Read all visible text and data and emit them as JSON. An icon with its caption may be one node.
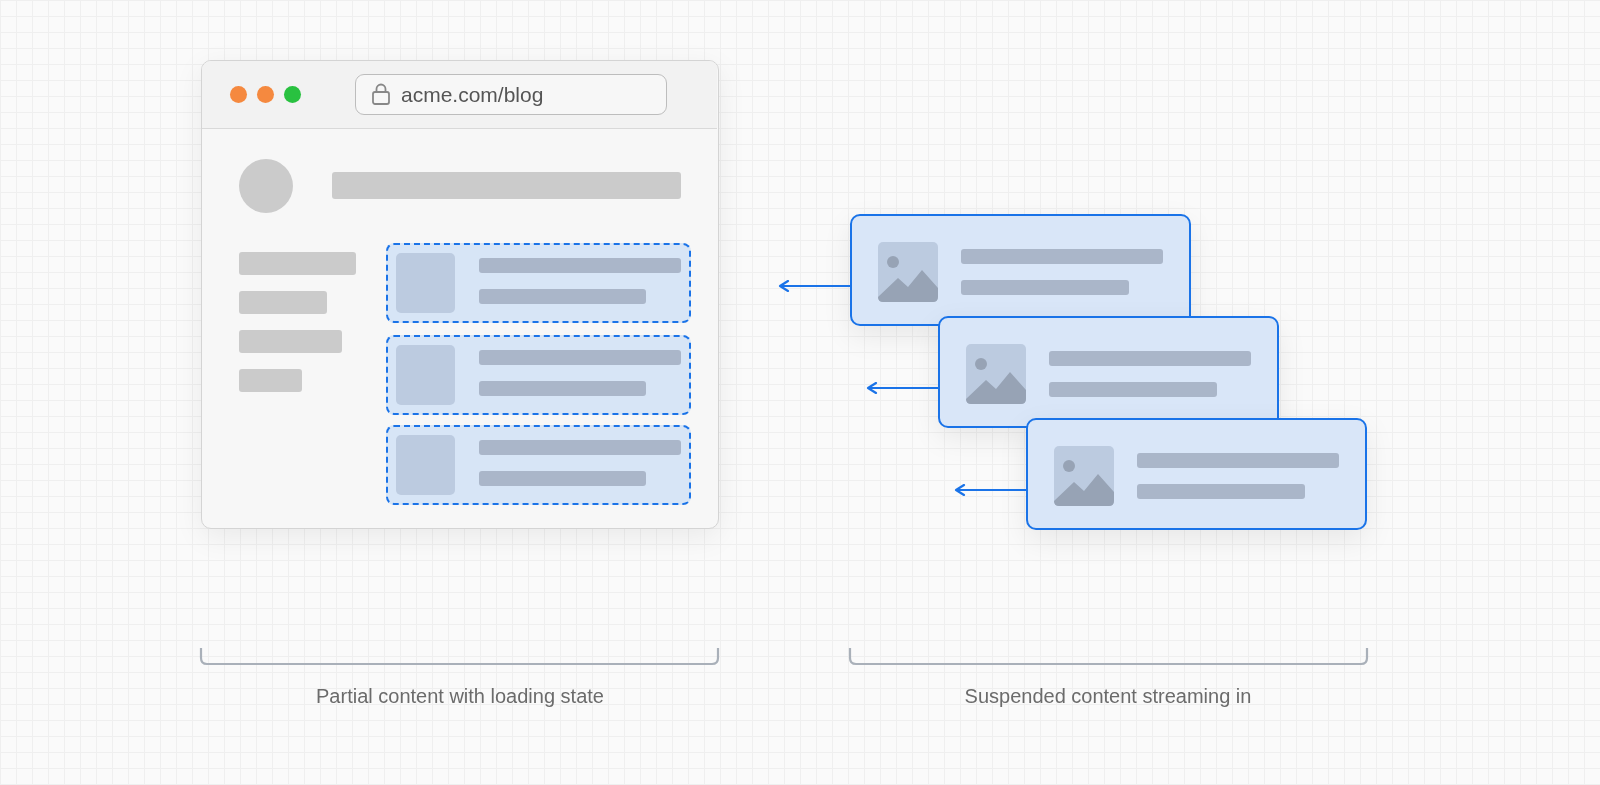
{
  "diagram": {
    "nodes": [
      {
        "text": [
          "acme.com/blog"
        ]
      },
      {
        "text": [],
        "shape": "box"
      },
      {
        "text": [],
        "shape": "box"
      },
      {
        "text": [],
        "shape": "box"
      }
    ],
    "edges": [
      {
        "from": 1,
        "to": null,
        "arrow": "to"
      },
      {
        "from": 2,
        "to": null,
        "arrow": "to"
      },
      {
        "from": 3,
        "to": null,
        "arrow": "to"
      }
    ],
    "labels": [
      "Partial content with loading state",
      "Suspended content streaming in"
    ]
  }
}
